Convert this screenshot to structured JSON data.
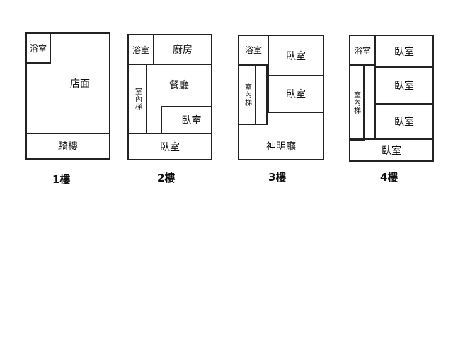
{
  "floors": [
    {
      "label": "1樓",
      "rooms": {
        "bath": "浴室",
        "shop": "店面",
        "arcade": "騎樓"
      }
    },
    {
      "label": "2樓",
      "rooms": {
        "bath": "浴室",
        "kitchen": "廚房",
        "stairs": "室內梯",
        "dining": "餐廳",
        "bedroom_a": "臥室",
        "bedroom_b": "臥室"
      }
    },
    {
      "label": "3樓",
      "rooms": {
        "bath": "浴室",
        "bedroom_a": "臥室",
        "stairs": "室內梯",
        "bedroom_b": "臥室",
        "shrine": "神明廳"
      }
    },
    {
      "label": "4樓",
      "rooms": {
        "bath": "浴室",
        "bedroom_a": "臥室",
        "stairs": "室內梯",
        "bedroom_b": "臥室",
        "bedroom_c": "臥室",
        "bedroom_d": "臥室"
      }
    }
  ]
}
